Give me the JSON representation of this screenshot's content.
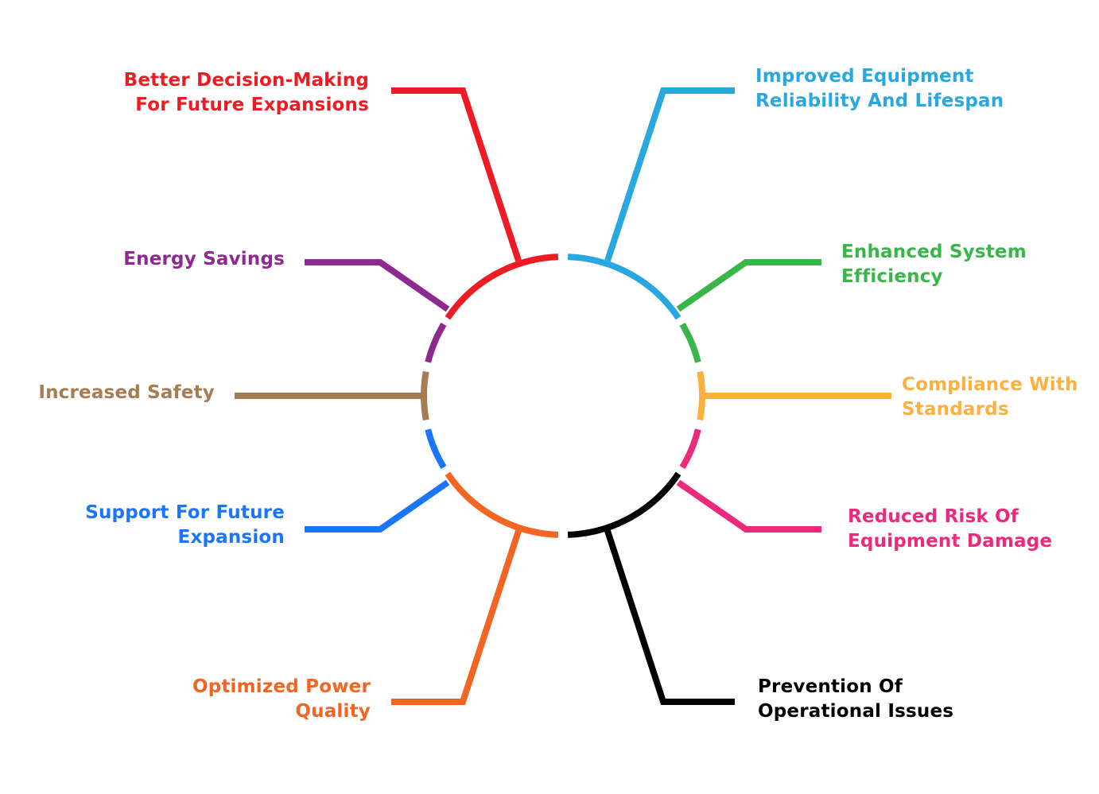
{
  "diagram": {
    "title": "",
    "center_label": "",
    "items": [
      {
        "id": "better-decision-making",
        "text": "Better Decision-Making\nFor Future Expansions",
        "color": "#ED1C24"
      },
      {
        "id": "improved-equipment-reliability",
        "text": "Improved Equipment\nReliability And Lifespan",
        "color": "#29A8E0"
      },
      {
        "id": "enhanced-system-efficiency",
        "text": "Enhanced System\nEfficiency",
        "color": "#39B54A"
      },
      {
        "id": "compliance-with-standards",
        "text": "Compliance With\nStandards",
        "color": "#FBB040"
      },
      {
        "id": "reduced-risk-of-equipment-damage",
        "text": "Reduced Risk Of\nEquipment Damage",
        "color": "#EC2A7B"
      },
      {
        "id": "prevention-of-operational-issues",
        "text": "Prevention Of\nOperational Issues",
        "color": "#000000"
      },
      {
        "id": "optimized-power-quality",
        "text": "Optimized Power\nQuality",
        "color": "#F26522"
      },
      {
        "id": "support-for-future-expansion",
        "text": "Support For Future\nExpansion",
        "color": "#1A75FF"
      },
      {
        "id": "increased-safety",
        "text": "Increased Safety",
        "color": "#A67C52"
      },
      {
        "id": "energy-savings",
        "text": "Energy Savings",
        "color": "#8E2A8F"
      }
    ]
  }
}
